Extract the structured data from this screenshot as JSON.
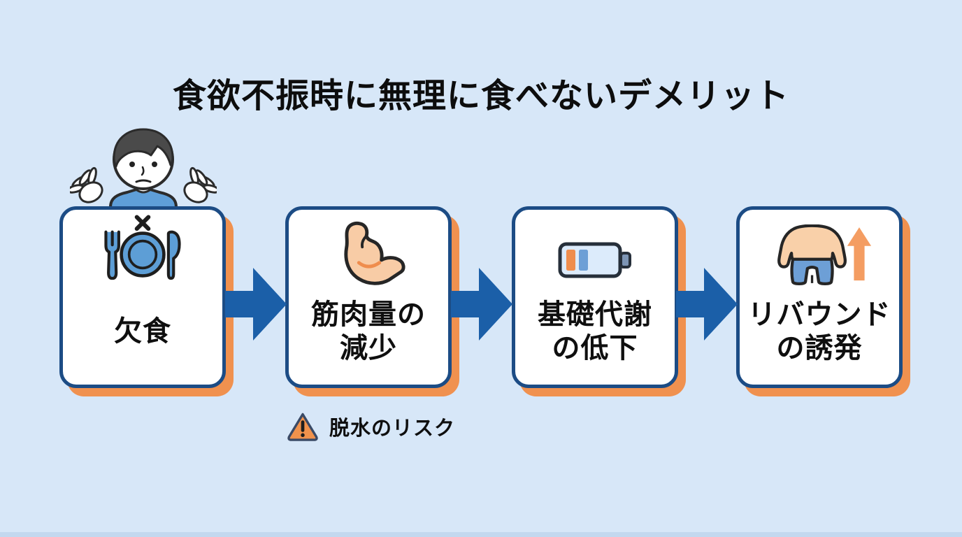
{
  "title": "食欲不振時に無理に食べないデメリット",
  "steps": [
    {
      "icon": "no-meal-icon",
      "line1": "欠食",
      "line2": ""
    },
    {
      "icon": "muscle-icon",
      "line1": "筋肉量の",
      "line2": "減少"
    },
    {
      "icon": "battery-low-icon",
      "line1": "基礎代謝",
      "line2": "の低下"
    },
    {
      "icon": "weight-rebound-icon",
      "line1": "リバウンド",
      "line2": "の誘発"
    }
  ],
  "warning": {
    "icon": "warning-triangle-icon",
    "label": "脱水のリスク"
  },
  "colors": {
    "background": "#d7e7f8",
    "box_border": "#1c4c85",
    "box_shadow_orange": "#f0914f",
    "arrow_blue": "#1b5fa8",
    "icon_blue": "#5d9ed6",
    "accent_orange": "#ef8d4d",
    "skin_tone": "#f8cca6",
    "text": "#0f0f0f"
  }
}
